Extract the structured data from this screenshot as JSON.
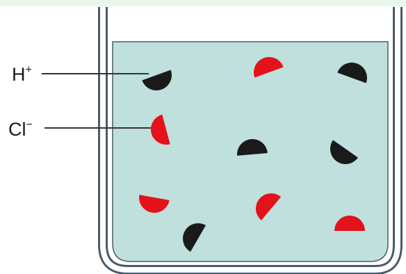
{
  "colors": {
    "top_band": "#e8f8ea",
    "solution": "#bfe0dc",
    "beaker_outline": "#4a5a68",
    "beaker_inner": "#ffffff",
    "cation": "#1a1a1a",
    "anion": "#e3121b",
    "leader_line": "#333333",
    "label_text": "#1a1a1a"
  },
  "labels": {
    "cation": {
      "symbol": "H",
      "charge": "+"
    },
    "anion": {
      "symbol": "Cl",
      "charge": "−"
    }
  },
  "ions": [
    {
      "id": "cation-1",
      "kind": "cation",
      "labeled": true
    },
    {
      "id": "anion-1",
      "kind": "anion"
    },
    {
      "id": "cation-2",
      "kind": "cation"
    },
    {
      "id": "anion-2",
      "kind": "anion",
      "labeled": true
    },
    {
      "id": "cation-3",
      "kind": "cation"
    },
    {
      "id": "cation-4",
      "kind": "cation"
    },
    {
      "id": "anion-3",
      "kind": "anion"
    },
    {
      "id": "anion-4",
      "kind": "anion"
    },
    {
      "id": "anion-5",
      "kind": "anion"
    },
    {
      "id": "cation-5",
      "kind": "cation"
    }
  ]
}
